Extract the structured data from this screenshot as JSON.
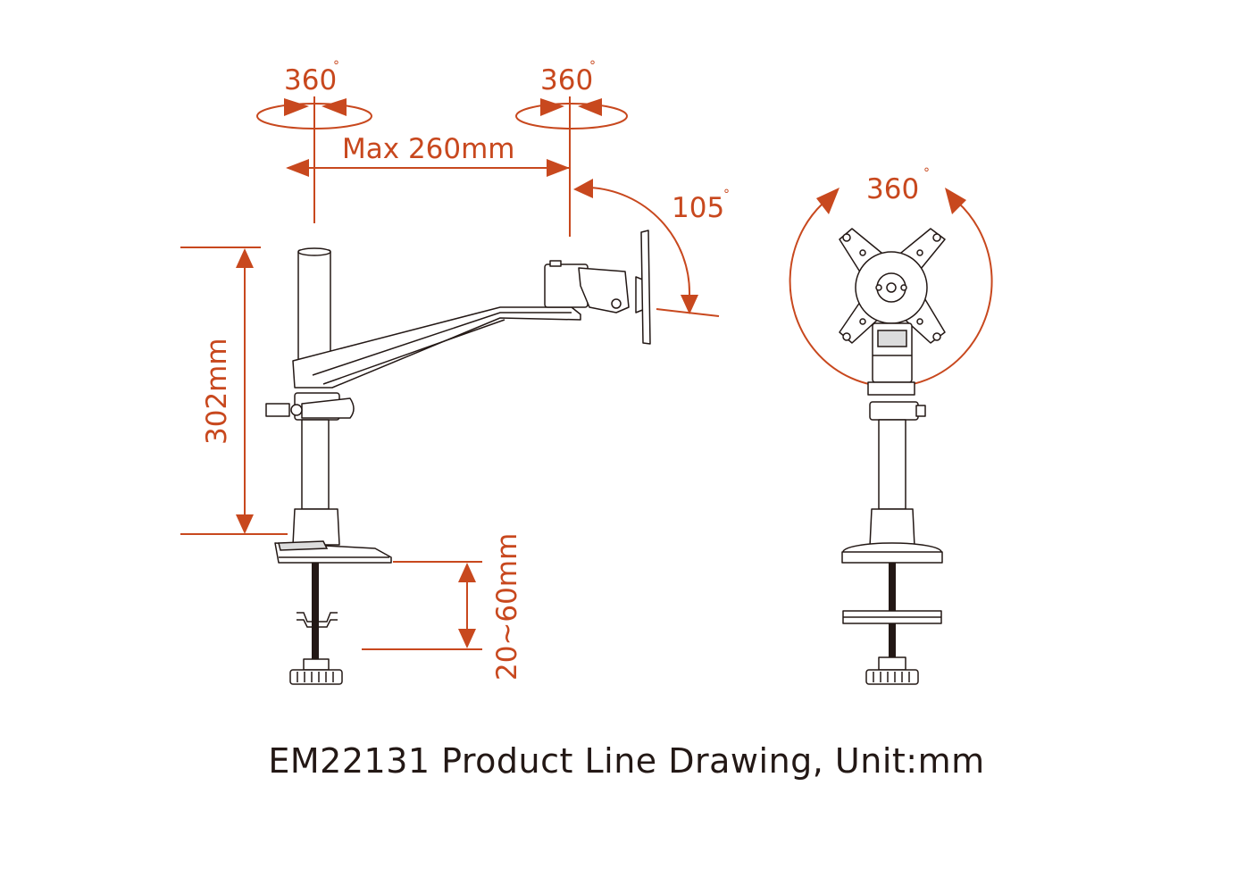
{
  "labels": {
    "rot_base": "360",
    "rot_elbow": "360",
    "max_reach": "Max 260mm",
    "tilt": "105",
    "rot_vesa": "360",
    "pole_height": "302mm",
    "desk_thickness": "20~60mm",
    "degree_symbol": "°"
  },
  "caption": "EM22131 Product Line Drawing, Unit:mm",
  "colors": {
    "dimension": "#c8481e",
    "linework": "#231815",
    "background": "#ffffff"
  }
}
